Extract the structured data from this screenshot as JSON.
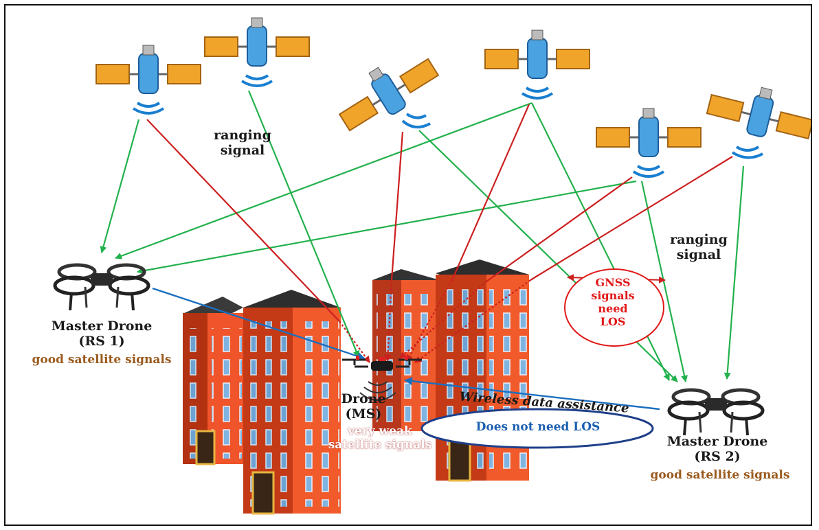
{
  "labels": {
    "ranging_left": [
      "ranging",
      "signal"
    ],
    "ranging_right": [
      "ranging",
      "signal"
    ],
    "master_left": {
      "name": "Master Drone",
      "id": "(RS 1)",
      "status": "good satellite signals"
    },
    "master_right": {
      "name": "Master Drone",
      "id": "(RS 2)",
      "status": "good satellite signals"
    },
    "drone_ms": {
      "name": "Drone",
      "id": "(MS)",
      "status": [
        "very weak",
        "satellite signals"
      ]
    },
    "gnss_note": [
      "GNSS",
      "signals",
      "need",
      "LOS"
    ],
    "wireless": "Wireless data assistance",
    "no_los": "Does not need LOS"
  },
  "colors": {
    "green_signal": "#22b14c",
    "red_blocked": "#cc1f1f",
    "blue_link": "#1b6fc0",
    "building_main": "#f0542a",
    "building_dark": "#b23212"
  }
}
